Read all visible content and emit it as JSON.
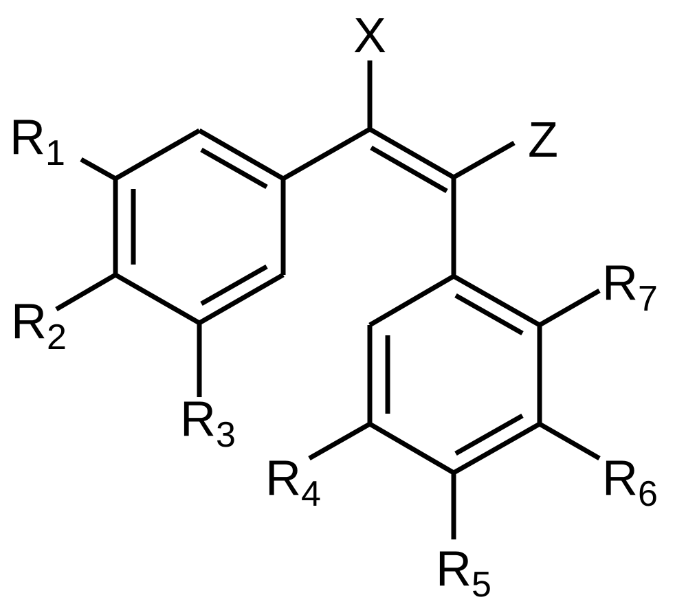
{
  "figure": {
    "type": "chemical-structure",
    "description": "stilbene-core"
  },
  "labels": {
    "x": "X",
    "z": "Z",
    "r1": {
      "main": "R",
      "sub": "1"
    },
    "r2": {
      "main": "R",
      "sub": "2"
    },
    "r3": {
      "main": "R",
      "sub": "3"
    },
    "r4": {
      "main": "R",
      "sub": "4"
    },
    "r5": {
      "main": "R",
      "sub": "5"
    },
    "r6": {
      "main": "R",
      "sub": "6"
    },
    "r7": {
      "main": "R",
      "sub": "7"
    }
  },
  "colors": {
    "stroke": "#000000",
    "background": "#ffffff"
  }
}
